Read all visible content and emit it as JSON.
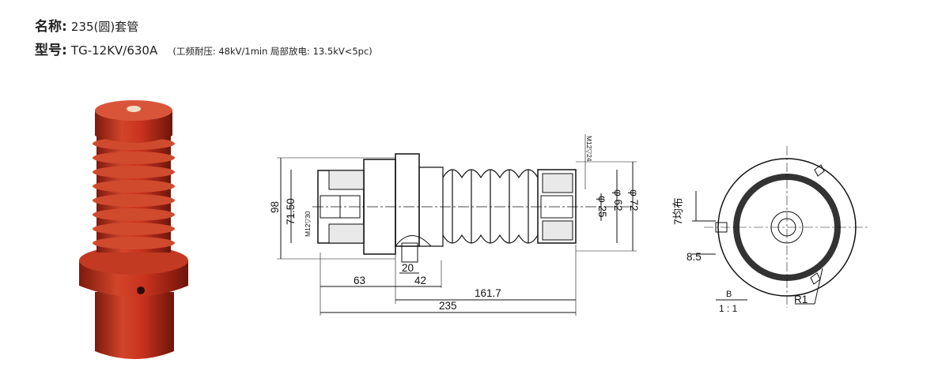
{
  "header": {
    "name_label": "名称:",
    "name_value": "235(圆)套管",
    "model_label": "型号:",
    "model_value": "TG-12KV/630A",
    "spec_text": "(工频耐压: 48kV/1min  局部放电: 13.5kV<5pc)"
  },
  "drawing": {
    "side_view": {
      "dim_98": "98",
      "dim_71_50": "71.50",
      "thread_left": "M12▽30",
      "thread_right": "M12▽24",
      "dim_20": "20",
      "dim_63": "63",
      "dim_42": "42",
      "dim_161_7": "161.7",
      "dim_235": "235",
      "dia_25": "φ 25",
      "dia_62": "φ 62",
      "dia_72": "φ 72"
    },
    "detail_view": {
      "dim_7_even": "7均布",
      "dim_8_5": "8.5",
      "section_label": "B",
      "scale": "1 : 1",
      "radius": "R1"
    }
  },
  "colors": {
    "product_red": "#c8321e",
    "product_dark": "#8a1d10",
    "line": "#111111"
  }
}
